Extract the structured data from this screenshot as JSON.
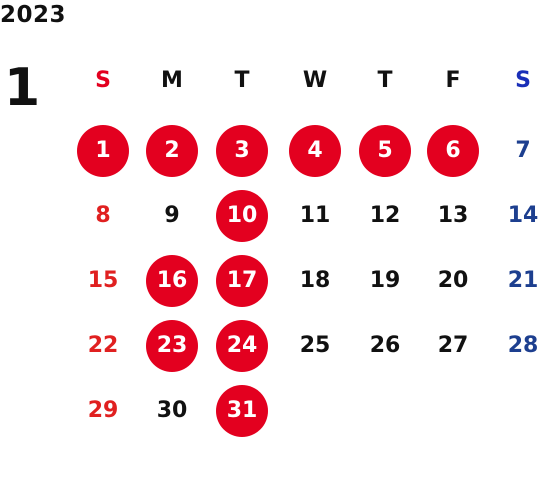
{
  "calendar": {
    "year": "2023",
    "month": "1",
    "weekdays": [
      "S",
      "M",
      "T",
      "W",
      "T",
      "F",
      "S"
    ],
    "weeks": [
      [
        {
          "d": "1",
          "h": true
        },
        {
          "d": "2",
          "h": true
        },
        {
          "d": "3",
          "h": true
        },
        {
          "d": "4",
          "h": true
        },
        {
          "d": "5",
          "h": true
        },
        {
          "d": "6",
          "h": true
        },
        {
          "d": "7",
          "h": false
        }
      ],
      [
        {
          "d": "8",
          "h": false
        },
        {
          "d": "9",
          "h": false
        },
        {
          "d": "10",
          "h": true
        },
        {
          "d": "11",
          "h": false
        },
        {
          "d": "12",
          "h": false
        },
        {
          "d": "13",
          "h": false
        },
        {
          "d": "14",
          "h": false
        }
      ],
      [
        {
          "d": "15",
          "h": false
        },
        {
          "d": "16",
          "h": true
        },
        {
          "d": "17",
          "h": true
        },
        {
          "d": "18",
          "h": false
        },
        {
          "d": "19",
          "h": false
        },
        {
          "d": "20",
          "h": false
        },
        {
          "d": "21",
          "h": false
        }
      ],
      [
        {
          "d": "22",
          "h": false
        },
        {
          "d": "23",
          "h": true
        },
        {
          "d": "24",
          "h": true
        },
        {
          "d": "25",
          "h": false
        },
        {
          "d": "26",
          "h": false
        },
        {
          "d": "27",
          "h": false
        },
        {
          "d": "28",
          "h": false
        }
      ],
      [
        {
          "d": "29",
          "h": false
        },
        {
          "d": "30",
          "h": false
        },
        {
          "d": "31",
          "h": true
        }
      ]
    ],
    "colors": {
      "holiday_fill": "#e3001f",
      "sunday": "#e02020",
      "saturday": "#1d3f8f",
      "weekday": "#111111",
      "sunday_header": "#e3001f",
      "saturday_header": "#1a2fb8"
    }
  }
}
